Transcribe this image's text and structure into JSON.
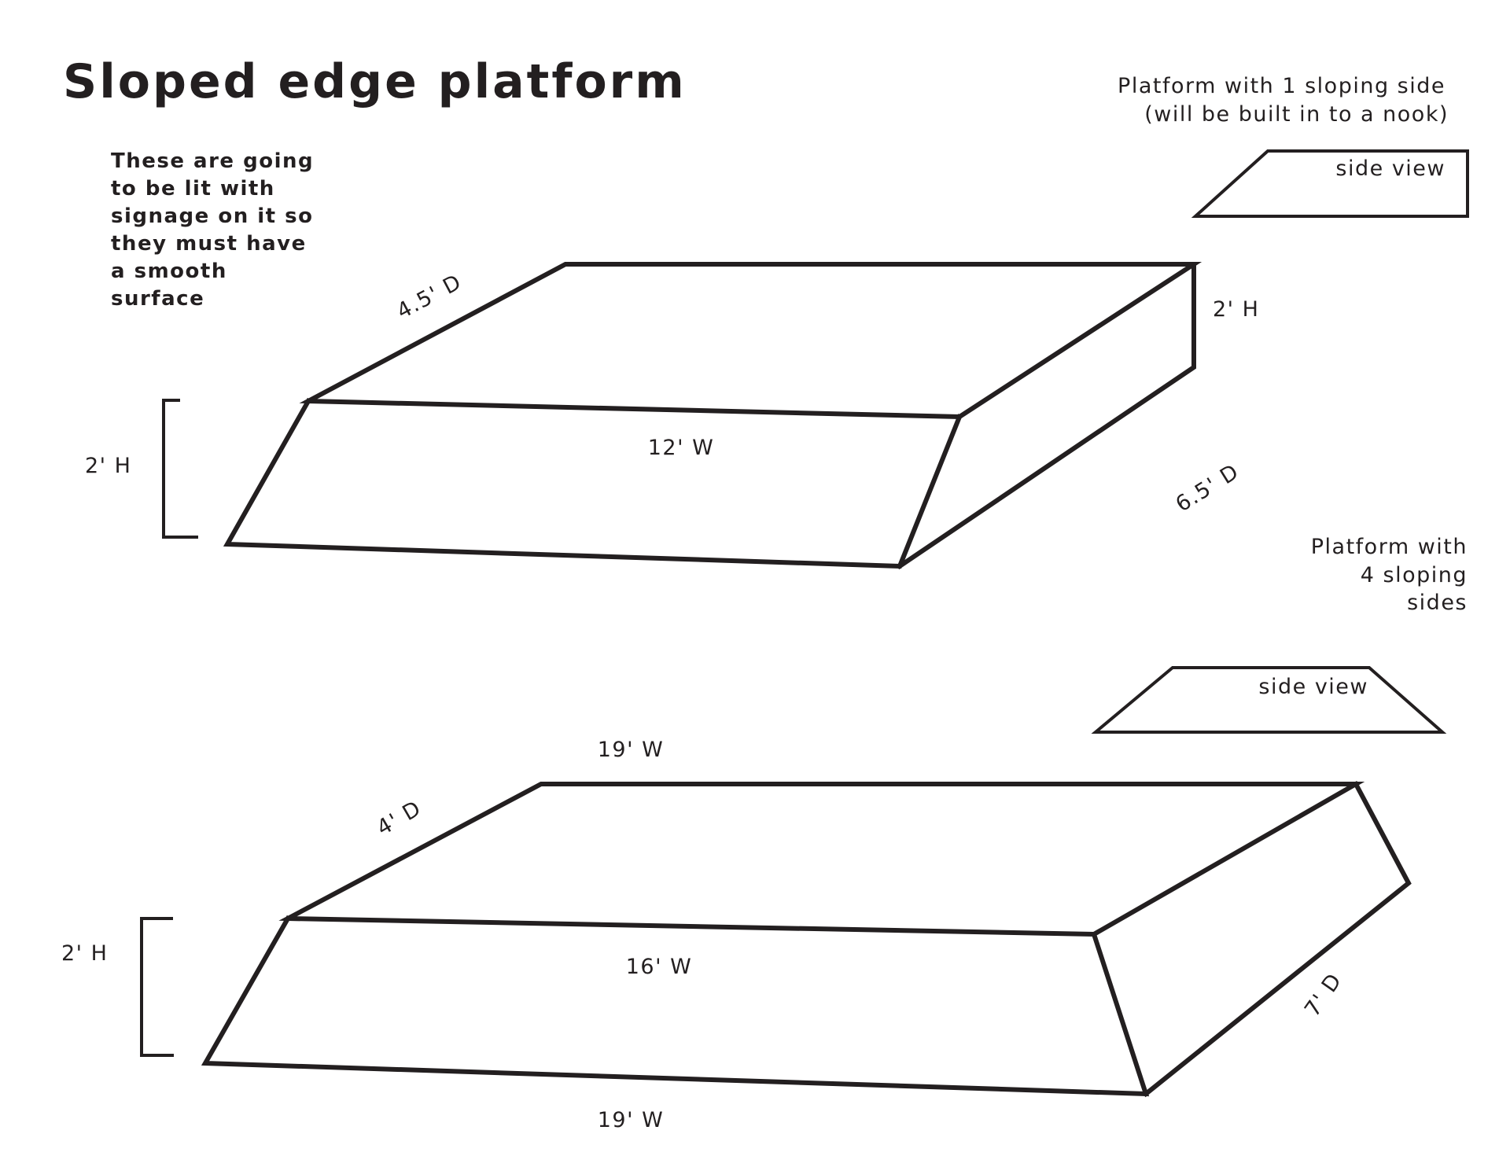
{
  "title": "Sloped edge platform",
  "note": {
    "color": "#e8141c",
    "lines": [
      "These are going",
      "to be lit with",
      "signage on it so",
      "they must have",
      "a smooth",
      "surface"
    ]
  },
  "platform_1": {
    "caption_lines": [
      "Platform with 1 sloping side",
      "(will be built in to a nook)"
    ],
    "side_view_label": "side view",
    "dims": {
      "top_depth": "4.5' D",
      "right_height": "2' H",
      "front_width": "12' W",
      "side_depth": "6.5' D",
      "left_height": "2' H"
    }
  },
  "platform_2": {
    "caption_lines": [
      "Platform with",
      "4 sloping",
      "sides"
    ],
    "side_view_label": "side view",
    "dims": {
      "top_width": "19' W",
      "top_depth": "4' D",
      "front_width": "16' W",
      "bottom_width": "19' W",
      "side_depth": "7' D",
      "left_height": "2' H"
    }
  }
}
